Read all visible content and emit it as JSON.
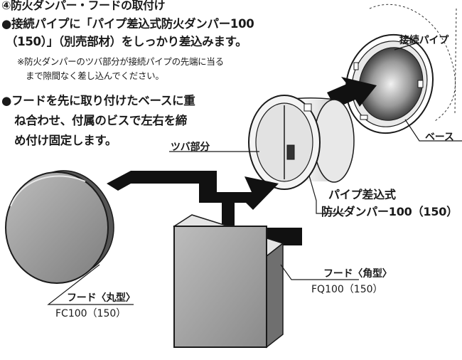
{
  "heading": "④防火ダンパー・フードの取付け",
  "steps": [
    {
      "line1": "●接続パイプに「パイプ差込式防火ダンパー100",
      "line2": "（150）」（別売部材）をしっかり差込みます。"
    },
    {
      "line1": "●フードを先に取り付けたベースに重",
      "line2": "ね合わせ、付属のビスで左右を締",
      "line3": "め付け固定します。"
    }
  ],
  "note": {
    "line1": "※防火ダンパーのツバ部分が接続パイプの先端に当る",
    "line2": "まで隙間なく差し込んでください。"
  },
  "labels": {
    "pipe": "接続パイプ",
    "base": "ベース",
    "flange": "ツバ部分",
    "damper_line1": "パイプ差込式",
    "damper_line2": "防火ダンパー100（150）",
    "round_hood_name": "フード〈丸型〉",
    "round_hood_model": "FC100（150）",
    "square_hood_name": "フード〈角型〉",
    "square_hood_model": "FQ100（150）"
  }
}
